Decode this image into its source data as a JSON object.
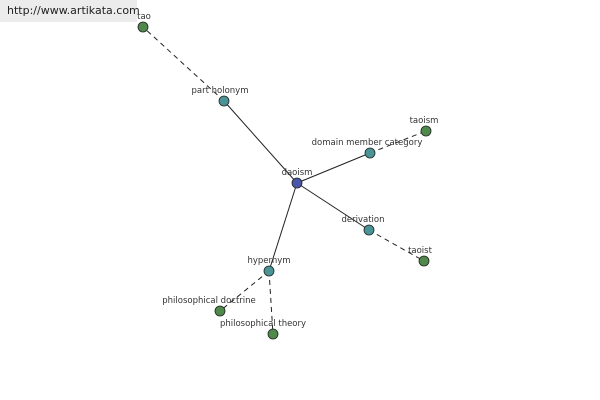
{
  "header": {
    "url": "http://www.artikata.com"
  },
  "colors": {
    "center": "#4a57a8",
    "relation": "#4a9496",
    "word": "#4f8a4c",
    "edge": "#222222"
  },
  "nodes": [
    {
      "id": "daoism",
      "label": "daoism",
      "kind": "center"
    },
    {
      "id": "part-holonym",
      "label": "part holonym",
      "kind": "relation"
    },
    {
      "id": "domain-member-category",
      "label": "domain member category",
      "kind": "relation"
    },
    {
      "id": "derivation",
      "label": "derivation",
      "kind": "relation"
    },
    {
      "id": "hypernym",
      "label": "hypernym",
      "kind": "relation"
    },
    {
      "id": "tao",
      "label": "tao",
      "kind": "word"
    },
    {
      "id": "taoism",
      "label": "taoism",
      "kind": "word"
    },
    {
      "id": "taoist",
      "label": "taoist",
      "kind": "word"
    },
    {
      "id": "philosophical-doctrine",
      "label": "philosophical doctrine",
      "kind": "word"
    },
    {
      "id": "philosophical-theory",
      "label": "philosophical theory",
      "kind": "word"
    }
  ],
  "edges": [
    {
      "from": "daoism",
      "to": "part-holonym",
      "style": "solid"
    },
    {
      "from": "daoism",
      "to": "domain-member-category",
      "style": "solid"
    },
    {
      "from": "daoism",
      "to": "derivation",
      "style": "solid"
    },
    {
      "from": "daoism",
      "to": "hypernym",
      "style": "solid"
    },
    {
      "from": "part-holonym",
      "to": "tao",
      "style": "dashed"
    },
    {
      "from": "domain-member-category",
      "to": "taoism",
      "style": "dashed"
    },
    {
      "from": "derivation",
      "to": "taoist",
      "style": "dashed"
    },
    {
      "from": "hypernym",
      "to": "philosophical-doctrine",
      "style": "dashed"
    },
    {
      "from": "hypernym",
      "to": "philosophical-theory",
      "style": "dashed"
    }
  ]
}
